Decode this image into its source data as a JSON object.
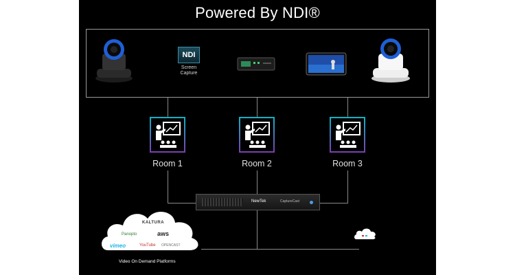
{
  "title": "Powered By NDI®",
  "sources": {
    "ndi_logo": "NDI",
    "screen_capture": "Screen\nCapture"
  },
  "rooms": [
    {
      "label": "Room 1"
    },
    {
      "label": "Room 2"
    },
    {
      "label": "Room 3"
    }
  ],
  "server": {
    "brand": "NewTek",
    "model": "CaptureCast"
  },
  "cloud": {
    "logos": [
      "KALTURA",
      "Panopto",
      "aws",
      "vimeo",
      "YouTube",
      "OPENCAST"
    ],
    "caption": "Video On Demand Platforms"
  },
  "colors": {
    "background": "#000000",
    "line": "#8a8a8a",
    "room_border_top": "#0fb3c9",
    "room_border_bottom": "#7b3fb0",
    "camera_ring": "#1f5fd6"
  },
  "icons": {
    "room": "presentation-teacher-icon",
    "camera": "ptz-camera-icon",
    "cloud": "cloud-icon"
  }
}
